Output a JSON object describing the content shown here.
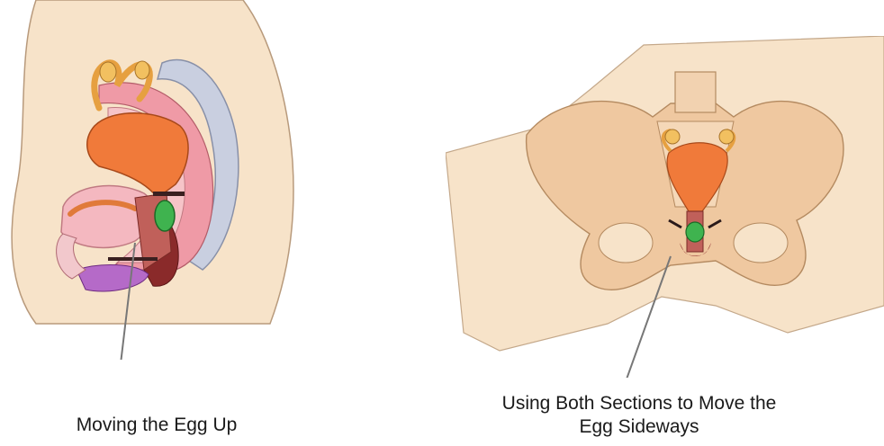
{
  "figures": [
    {
      "id": "side-view",
      "caption": "Moving the Egg Up",
      "icon": "pelvis-side-section-illustration"
    },
    {
      "id": "front-view",
      "caption_lines": [
        "Using Both Sections to Move the",
        "Egg Sideways"
      ],
      "icon": "pelvis-front-view-illustration"
    }
  ],
  "colors": {
    "skin": "#f7e3c9",
    "bone": "#efc8a0",
    "uterus": "#f07a3a",
    "bladder": "#f4b8c0",
    "egg": "#3fb34f",
    "spine": "#c9cfe0",
    "rectum": "#8a2a2a",
    "pointer_line": "#777777"
  }
}
